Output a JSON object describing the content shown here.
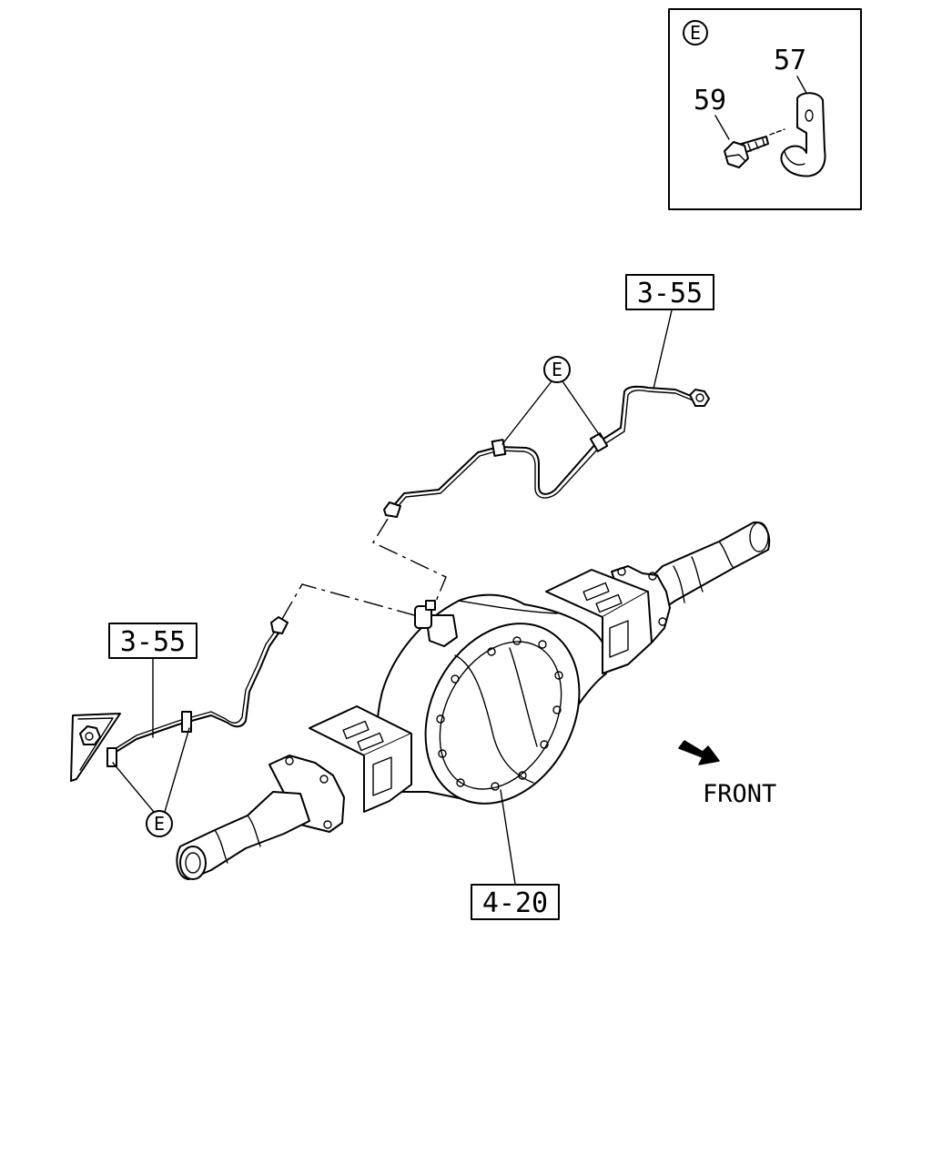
{
  "detail_box": {
    "marker": "E",
    "part_clip": "57",
    "part_bolt": "59"
  },
  "callouts": {
    "upper_harness": "3-55",
    "lower_harness": "3-55",
    "axle_housing": "4-20"
  },
  "clip_markers": {
    "upper": "E",
    "lower": "E"
  },
  "direction": {
    "label": "FRONT"
  }
}
